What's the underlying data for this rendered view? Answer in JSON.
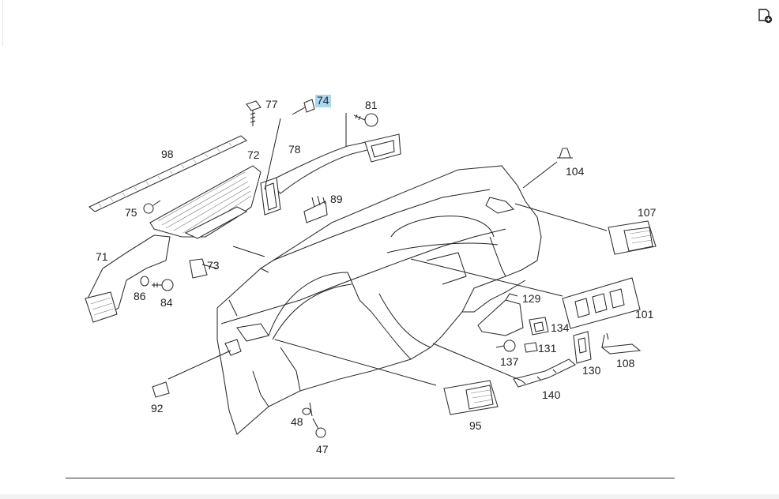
{
  "toolbar": {
    "add_page_icon": "add-page-icon"
  },
  "highlight_color": "#a9d6f0",
  "labels": {
    "p74": "74",
    "p77": "77",
    "p81": "81",
    "p98": "98",
    "p72": "72",
    "p78": "78",
    "p104": "104",
    "p89": "89",
    "p75": "75",
    "p107": "107",
    "p71": "71",
    "p73": "73",
    "p86": "86",
    "p84": "84",
    "p129": "129",
    "p101": "101",
    "p134": "134",
    "p131": "131",
    "p137": "137",
    "p130": "130",
    "p108": "108",
    "p92": "92",
    "p140": "140",
    "p48": "48",
    "p95": "95",
    "p47": "47"
  }
}
